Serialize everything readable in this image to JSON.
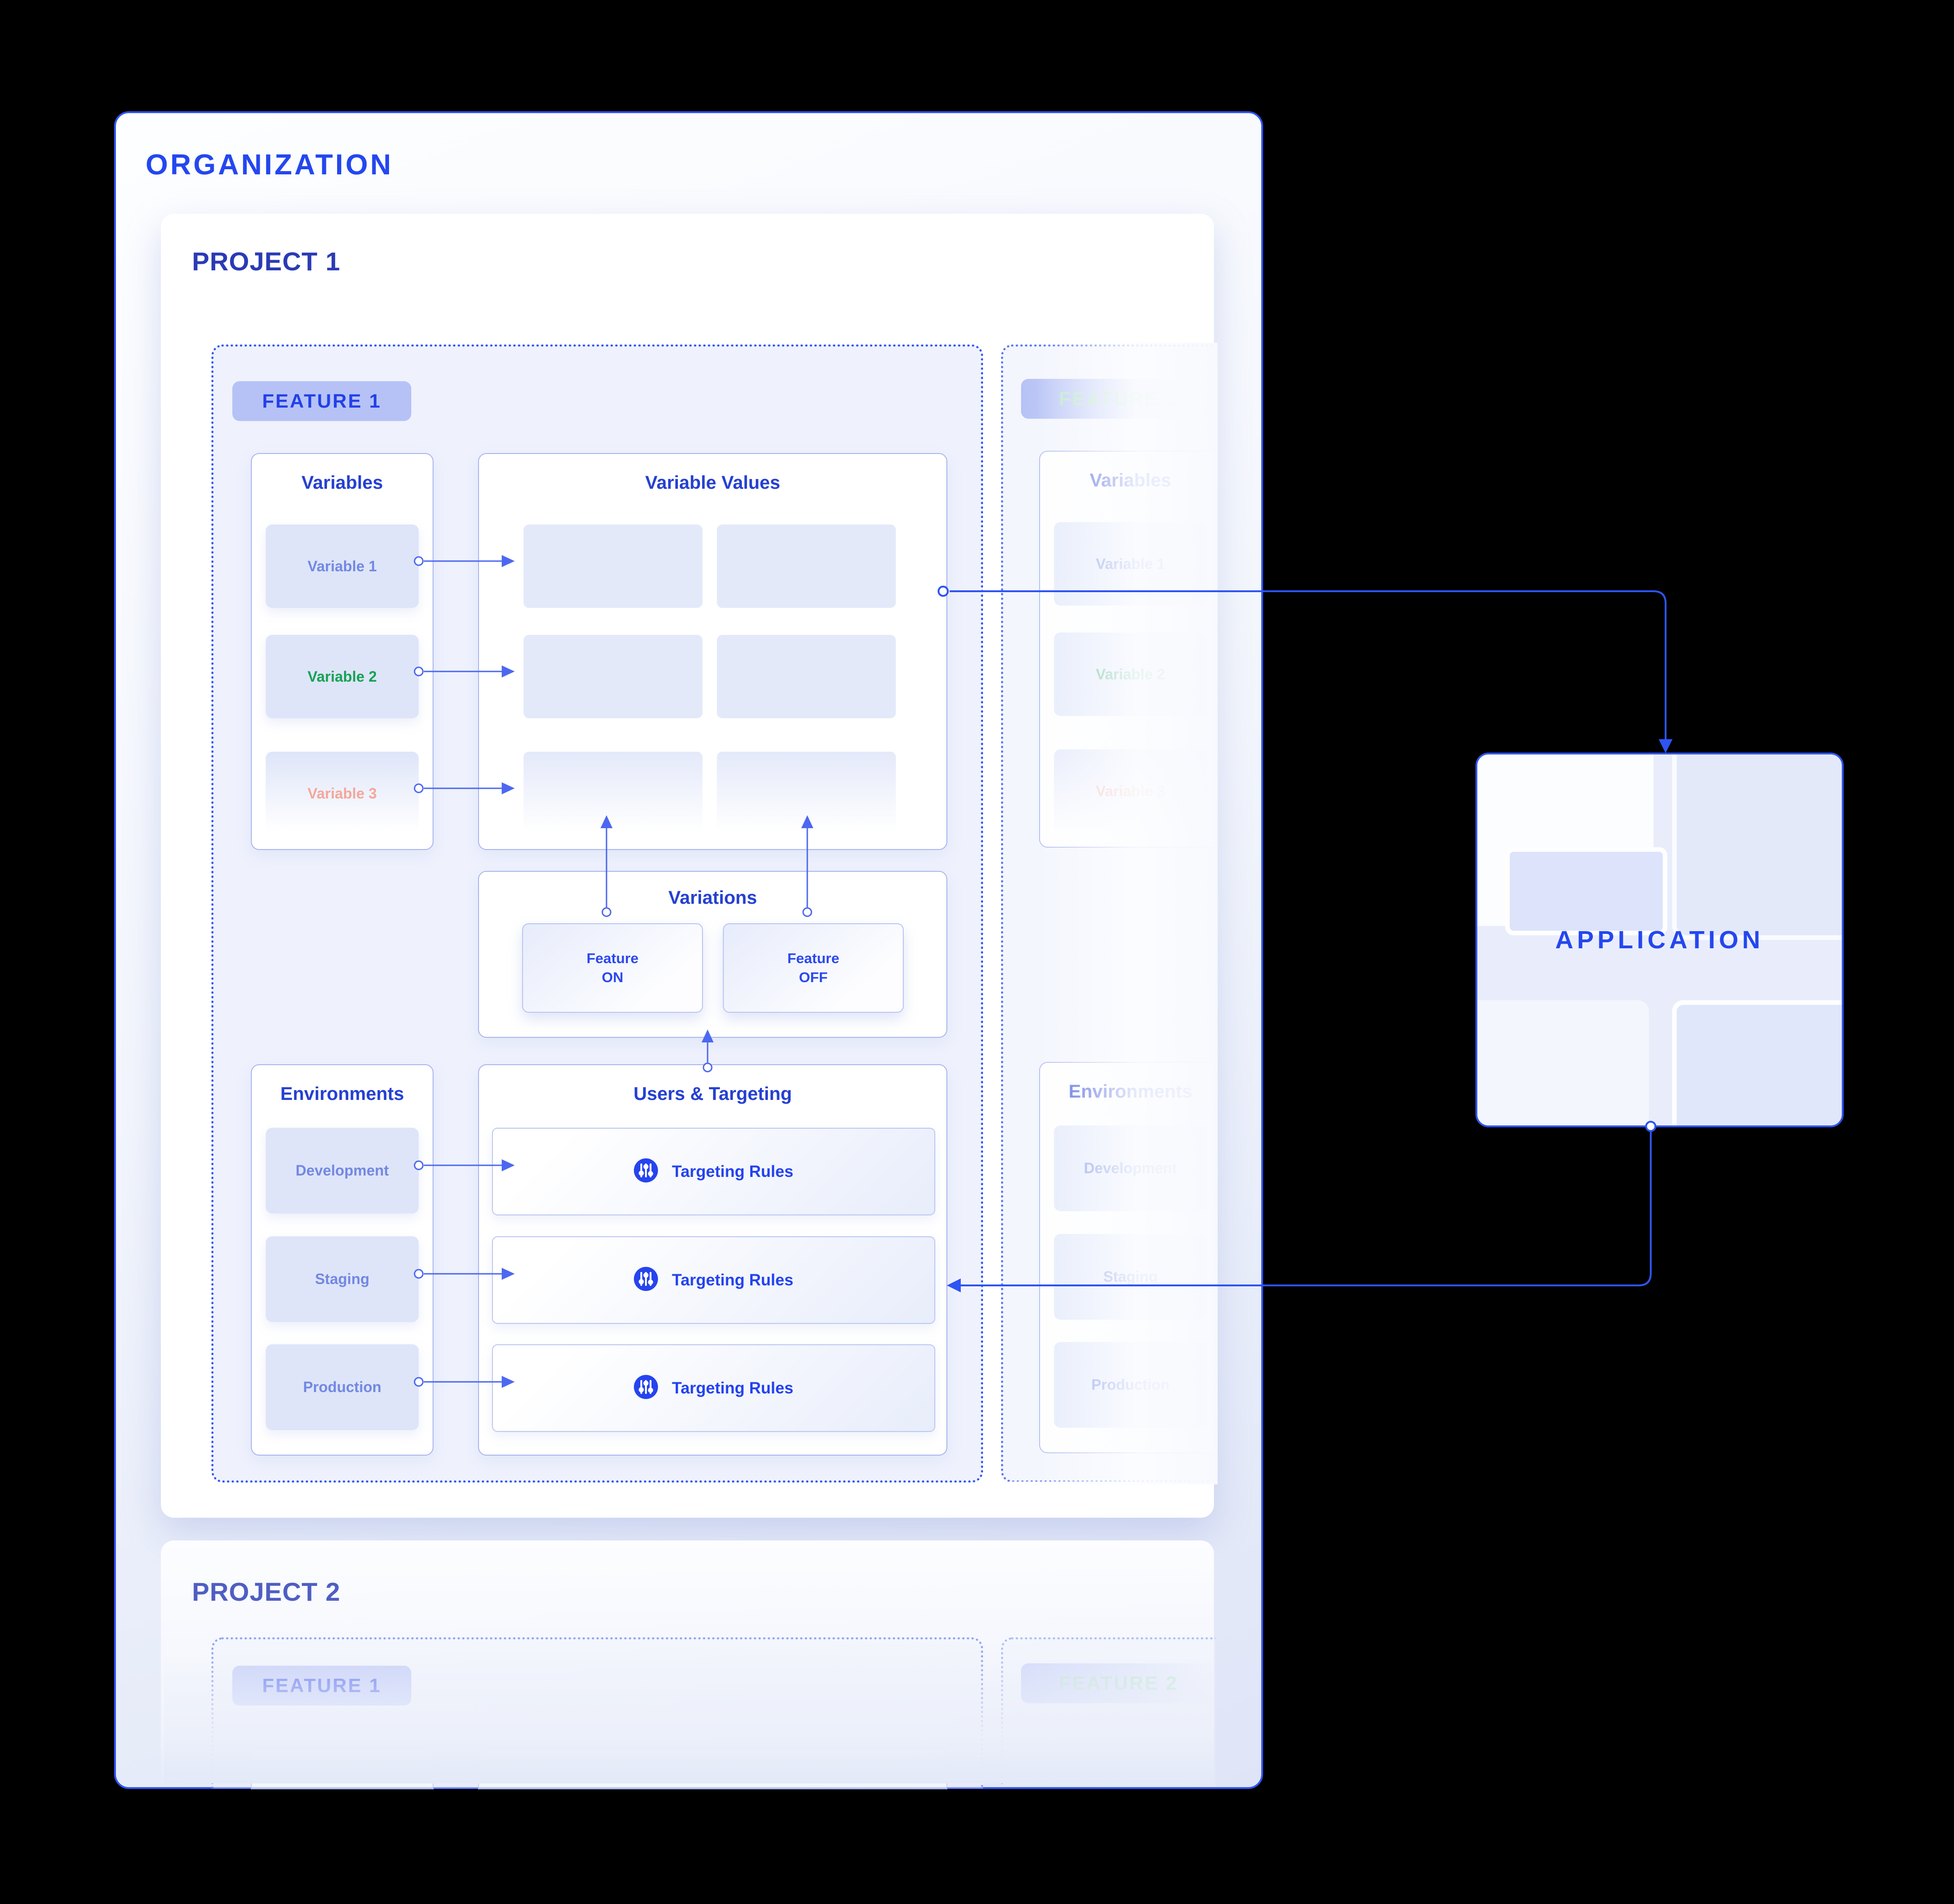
{
  "colors": {
    "accent_blue": "#2e54f3",
    "title_blue": "#2447ef",
    "navy_blue": "#2a3bb4",
    "panel_title_blue": "#2540d2",
    "chip_text_blue": "#7288e2",
    "green": "#17a254",
    "salmon": "#f3a89c",
    "badge_lavender": "#b6c2f6"
  },
  "organization": {
    "title": "ORGANIZATION"
  },
  "application": {
    "title": "APPLICATION"
  },
  "project1": {
    "title": "PROJECT 1",
    "feature1": {
      "badge": "FEATURE 1",
      "variables": {
        "title": "Variables",
        "items": [
          {
            "label": "Variable 1"
          },
          {
            "label": "Variable 2"
          },
          {
            "label": "Variable 3"
          }
        ]
      },
      "variable_values": {
        "title": "Variable Values"
      },
      "variations": {
        "title": "Variations",
        "feature_on": "Feature\nON",
        "feature_off": "Feature\nOFF"
      },
      "environments": {
        "title": "Environments",
        "items": [
          {
            "label": "Development"
          },
          {
            "label": "Staging"
          },
          {
            "label": "Production"
          }
        ]
      },
      "users_targeting": {
        "title": "Users & Targeting",
        "rules": [
          {
            "label": "Targeting Rules"
          },
          {
            "label": "Targeting Rules"
          },
          {
            "label": "Targeting Rules"
          }
        ]
      }
    },
    "feature2": {
      "badge": "FEATURE 2",
      "variables": {
        "title": "Variables",
        "items": [
          {
            "label": "Variable 1"
          },
          {
            "label": "Variable 2"
          },
          {
            "label": "Variable 3"
          }
        ]
      },
      "environments": {
        "title": "Environments",
        "items": [
          {
            "label": "Development"
          },
          {
            "label": "Staging"
          },
          {
            "label": "Production"
          }
        ]
      }
    }
  },
  "project2": {
    "title": "PROJECT 2",
    "feature1_badge": "FEATURE 1",
    "feature2_badge": "FEATURE 2"
  }
}
